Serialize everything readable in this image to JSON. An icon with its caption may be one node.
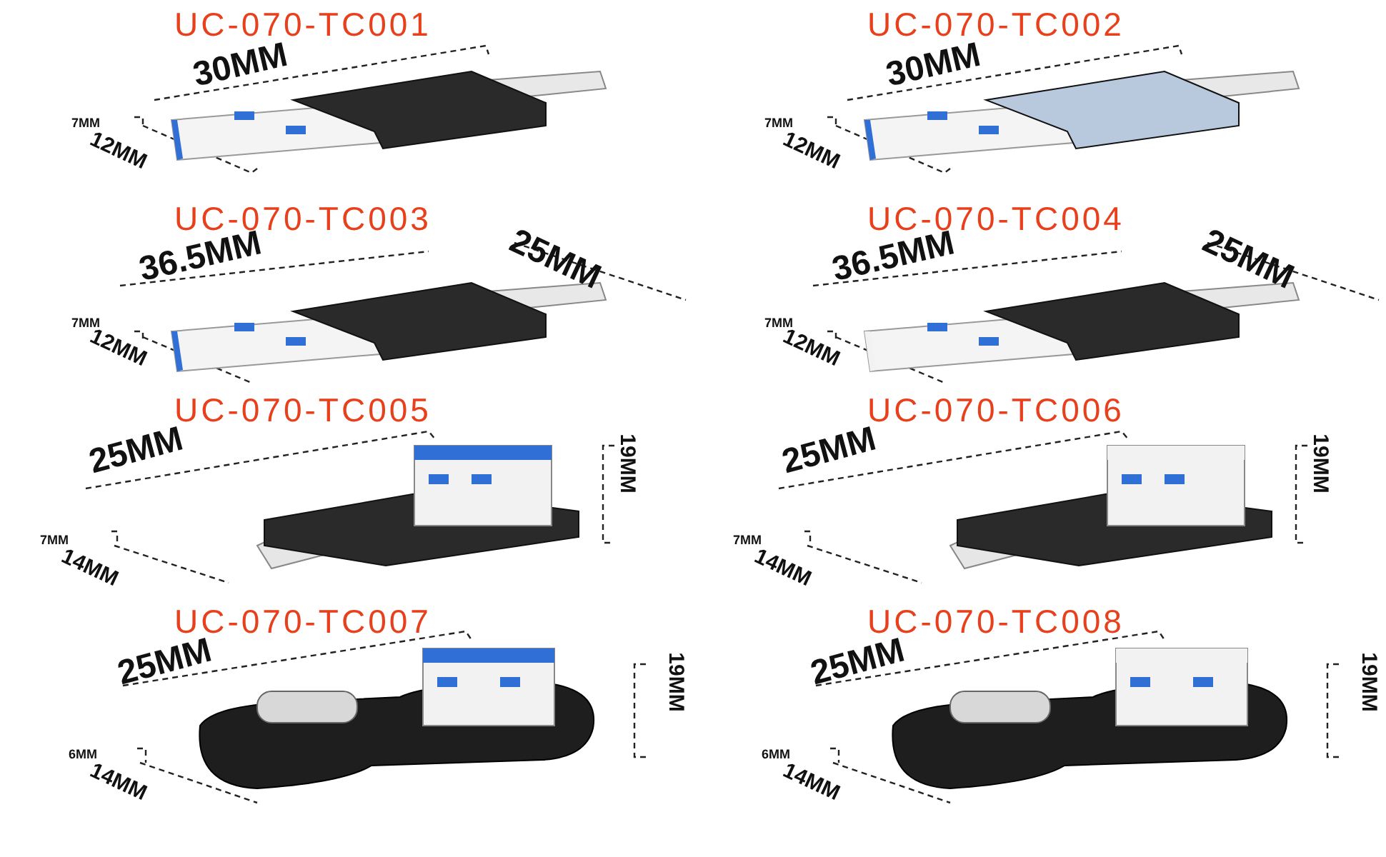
{
  "diagram": {
    "labels": [
      "UC-070-TC001",
      "30MM",
      "7MM",
      "12MM",
      "UC-070-TC002",
      "30MM",
      "7MM",
      "12MM",
      "UC-070-TC003",
      "36.5MM",
      "25MM",
      "7MM",
      "12MM",
      "UC-070-TC004",
      "36.5MM",
      "25MM",
      "7MM",
      "12MM",
      "UC-070-TC005",
      "25MM",
      "19MM",
      "7MM",
      "14MM",
      "UC-070-TC006",
      "25MM",
      "19MM",
      "7MM",
      "14MM",
      "UC-070-TC007",
      "25MM",
      "19MM",
      "6MM",
      "14MM",
      "UC-070-TC008",
      "25MM",
      "19MM",
      "6MM",
      "14MM"
    ]
  }
}
